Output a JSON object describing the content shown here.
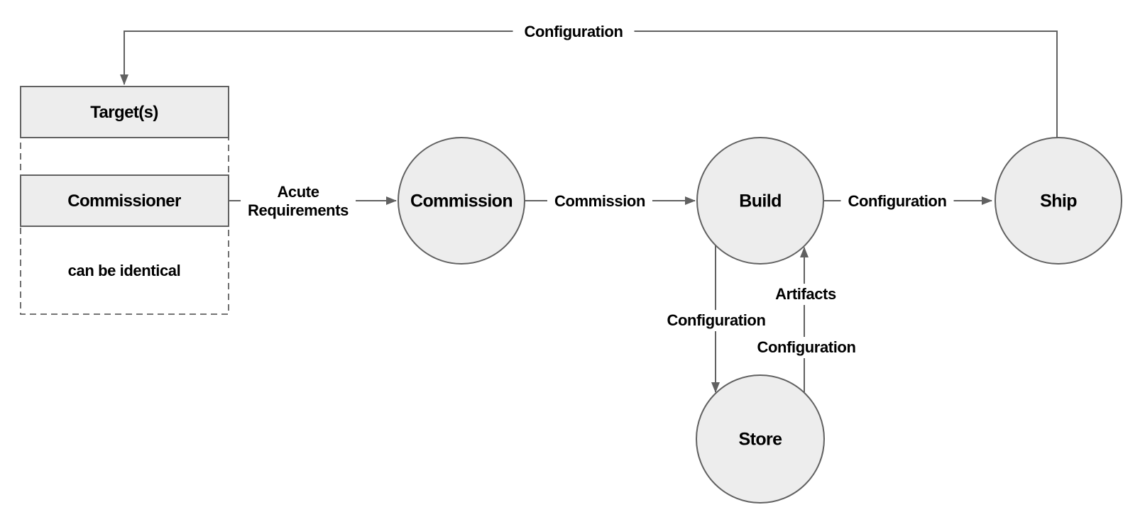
{
  "diagram": {
    "type": "flow-diagram",
    "colors": {
      "background": "#ffffff",
      "shape_fill": "#ededed",
      "shape_stroke": "#616161",
      "connector": "#616161",
      "text": "#000000"
    },
    "boxes": {
      "targets": {
        "label": "Target(s)"
      },
      "commissioner": {
        "label": "Commissioner"
      }
    },
    "group_note": {
      "label": "can be identical"
    },
    "processes": {
      "commission": {
        "label": "Commission"
      },
      "build": {
        "label": "Build"
      },
      "ship": {
        "label": "Ship"
      },
      "store": {
        "label": "Store"
      }
    },
    "edges": {
      "ship_to_targets": {
        "from": "Ship",
        "to": "Target(s)",
        "label": "Configuration"
      },
      "commissioner_to_commission": {
        "from": "Commissioner",
        "to": "Commission",
        "label": "Acute\nRequirements"
      },
      "commission_to_build": {
        "from": "Commission",
        "to": "Build",
        "label": "Commission"
      },
      "build_to_ship": {
        "from": "Build",
        "to": "Ship",
        "label": "Configuration"
      },
      "build_to_store": {
        "from": "Build",
        "to": "Store",
        "label": "Configuration"
      },
      "store_to_build": {
        "from": "Store",
        "to": "Build",
        "labels": {
          "artifacts": "Artifacts",
          "configuration": "Configuration"
        }
      }
    }
  }
}
